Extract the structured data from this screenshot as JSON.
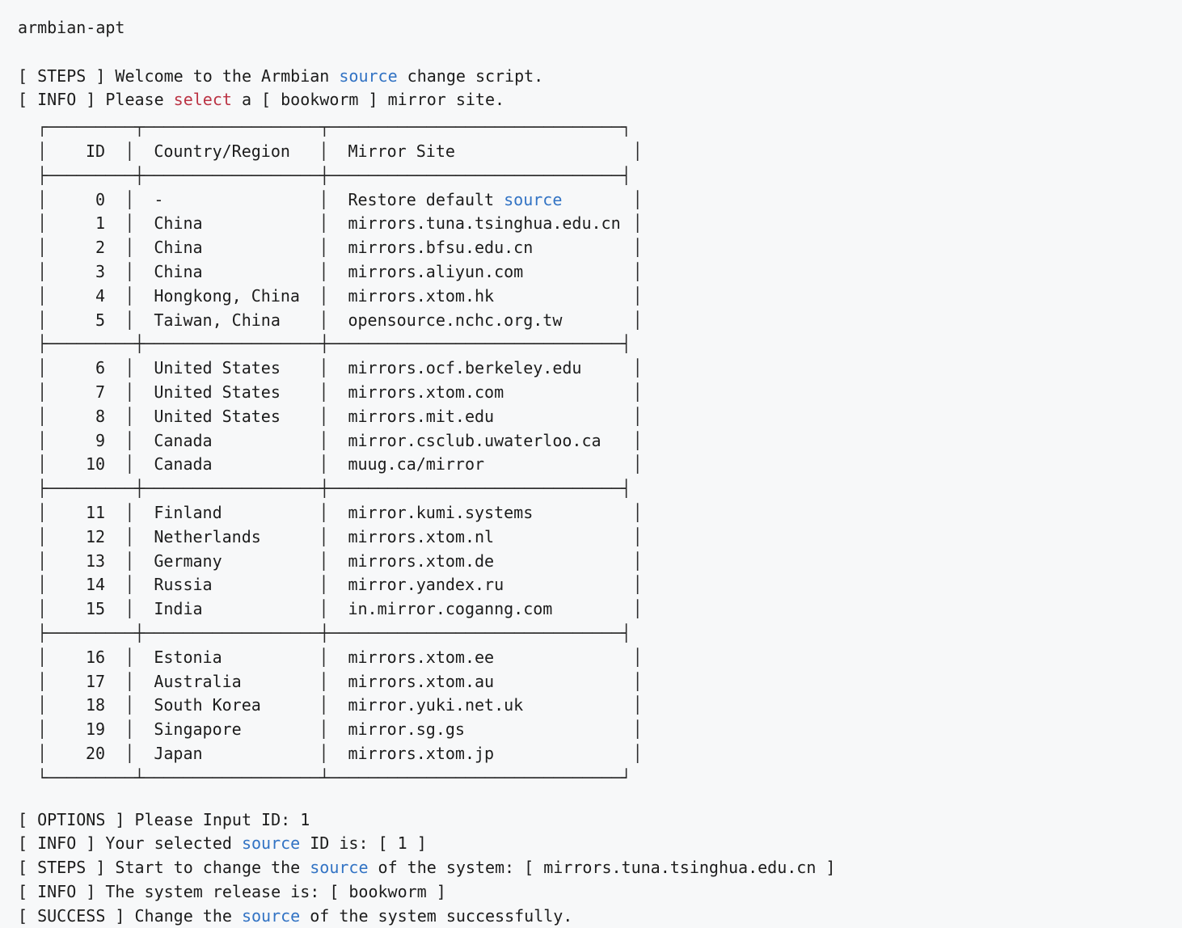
{
  "window": {
    "title": "armbian-apt"
  },
  "colors": {
    "background": "#f7f8f9",
    "foreground": "#1c1c1c",
    "keyword_source": "#3273c4",
    "keyword_select": "#bb3344",
    "border": "#2a2a2a"
  },
  "intro": [
    {
      "id": "steps-welcome",
      "tag": "[ STEPS ]",
      "parts": [
        {
          "text": "[ STEPS ] Welcome to the Armbian ",
          "style": "plain"
        },
        {
          "text": "source",
          "style": "source"
        },
        {
          "text": " change script.",
          "style": "plain"
        }
      ]
    },
    {
      "id": "info-select-mirror",
      "tag": "[ INFO ]",
      "parts": [
        {
          "text": "[ INFO ] Please ",
          "style": "plain"
        },
        {
          "text": "select",
          "style": "select"
        },
        {
          "text": " a [ bookworm ] mirror site.",
          "style": "plain"
        }
      ]
    }
  ],
  "table": {
    "headers": {
      "id": "ID",
      "country": "Country/Region",
      "site": "Mirror Site"
    },
    "groups": [
      {
        "name": "asia-china",
        "rows": [
          {
            "id": "0",
            "country": "-",
            "site": "Restore default source",
            "site_plain": "Restore default ",
            "site_keyword": "source",
            "site_has_keyword": true
          },
          {
            "id": "1",
            "country": "China",
            "site": "mirrors.tuna.tsinghua.edu.cn",
            "site_has_keyword": false
          },
          {
            "id": "2",
            "country": "China",
            "site": "mirrors.bfsu.edu.cn",
            "site_has_keyword": false
          },
          {
            "id": "3",
            "country": "China",
            "site": "mirrors.aliyun.com",
            "site_has_keyword": false
          },
          {
            "id": "4",
            "country": "Hongkong, China",
            "site": "mirrors.xtom.hk",
            "site_has_keyword": false
          },
          {
            "id": "5",
            "country": "Taiwan, China",
            "site": "opensource.nchc.org.tw",
            "site_has_keyword": false
          }
        ]
      },
      {
        "name": "north-america",
        "rows": [
          {
            "id": "6",
            "country": "United States",
            "site": "mirrors.ocf.berkeley.edu",
            "site_has_keyword": false
          },
          {
            "id": "7",
            "country": "United States",
            "site": "mirrors.xtom.com",
            "site_has_keyword": false
          },
          {
            "id": "8",
            "country": "United States",
            "site": "mirrors.mit.edu",
            "site_has_keyword": false
          },
          {
            "id": "9",
            "country": "Canada",
            "site": "mirror.csclub.uwaterloo.ca",
            "site_has_keyword": false
          },
          {
            "id": "10",
            "country": "Canada",
            "site": "muug.ca/mirror",
            "site_has_keyword": false
          }
        ]
      },
      {
        "name": "europe",
        "rows": [
          {
            "id": "11",
            "country": "Finland",
            "site": "mirror.kumi.systems",
            "site_has_keyword": false
          },
          {
            "id": "12",
            "country": "Netherlands",
            "site": "mirrors.xtom.nl",
            "site_has_keyword": false
          },
          {
            "id": "13",
            "country": "Germany",
            "site": "mirrors.xtom.de",
            "site_has_keyword": false
          },
          {
            "id": "14",
            "country": "Russia",
            "site": "mirror.yandex.ru",
            "site_has_keyword": false
          },
          {
            "id": "15",
            "country": "India",
            "site": "in.mirror.coganng.com",
            "site_has_keyword": false
          }
        ]
      },
      {
        "name": "apac-other",
        "rows": [
          {
            "id": "16",
            "country": "Estonia",
            "site": "mirrors.xtom.ee",
            "site_has_keyword": false
          },
          {
            "id": "17",
            "country": "Australia",
            "site": "mirrors.xtom.au",
            "site_has_keyword": false
          },
          {
            "id": "18",
            "country": "South Korea",
            "site": "mirror.yuki.net.uk",
            "site_has_keyword": false
          },
          {
            "id": "19",
            "country": "Singapore",
            "site": "mirror.sg.gs",
            "site_has_keyword": false
          },
          {
            "id": "20",
            "country": "Japan",
            "site": "mirrors.xtom.jp",
            "site_has_keyword": false
          }
        ]
      }
    ]
  },
  "prompt": {
    "label": "[ OPTIONS ] Please Input ID: ",
    "value": "1"
  },
  "outro": [
    {
      "id": "info-selected-id",
      "parts": [
        {
          "text": "[ INFO ] Your selected ",
          "style": "plain"
        },
        {
          "text": "source",
          "style": "source"
        },
        {
          "text": " ID is: [ 1 ]",
          "style": "plain"
        }
      ]
    },
    {
      "id": "steps-start-change",
      "parts": [
        {
          "text": "[ STEPS ] Start to change the ",
          "style": "plain"
        },
        {
          "text": "source",
          "style": "source"
        },
        {
          "text": " of the system: [ mirrors.tuna.tsinghua.edu.cn ]",
          "style": "plain"
        }
      ]
    },
    {
      "id": "info-system-release",
      "parts": [
        {
          "text": "[ INFO ] The system release is: [ bookworm ]",
          "style": "plain"
        }
      ]
    },
    {
      "id": "success-change-done",
      "parts": [
        {
          "text": "[ SUCCESS ] Change the ",
          "style": "plain"
        },
        {
          "text": "source",
          "style": "source"
        },
        {
          "text": " of the system successfully.",
          "style": "plain"
        }
      ]
    }
  ],
  "box_chars": {
    "top_left": "┌",
    "top_mid": "┬",
    "top_right": "┐",
    "mid_left": "├",
    "mid_cross": "┼",
    "mid_right": "┤",
    "bot_left": "└",
    "bot_mid": "┴",
    "bot_right": "┘",
    "vertical": "│",
    "horizontal": "─"
  }
}
